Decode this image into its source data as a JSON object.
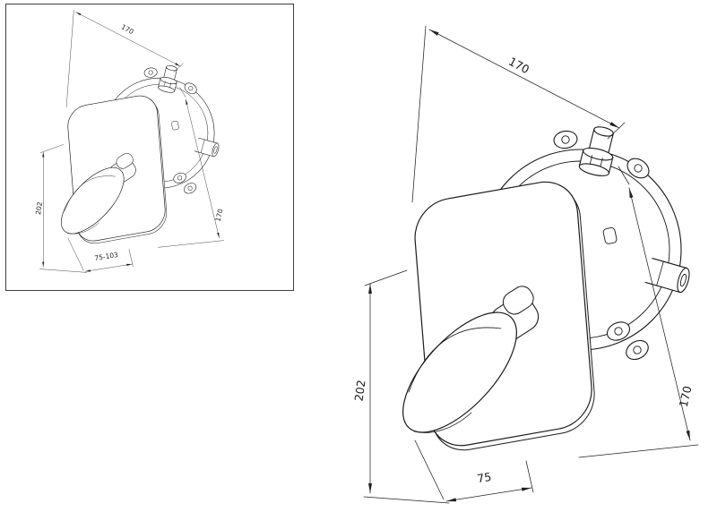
{
  "sheet": {
    "description": "technical-drawing-shower-mixer",
    "line_color": "#1a1a1a",
    "dim_line_color": "#222222",
    "background": "#ffffff"
  },
  "thumbnail": {
    "dim_top": "170",
    "dim_left": "202",
    "dim_right": "170",
    "dim_bottom": "75-103"
  },
  "main_view": {
    "dim_top": "170",
    "dim_left": "202",
    "dim_right": "170",
    "dim_bottom": "75"
  }
}
